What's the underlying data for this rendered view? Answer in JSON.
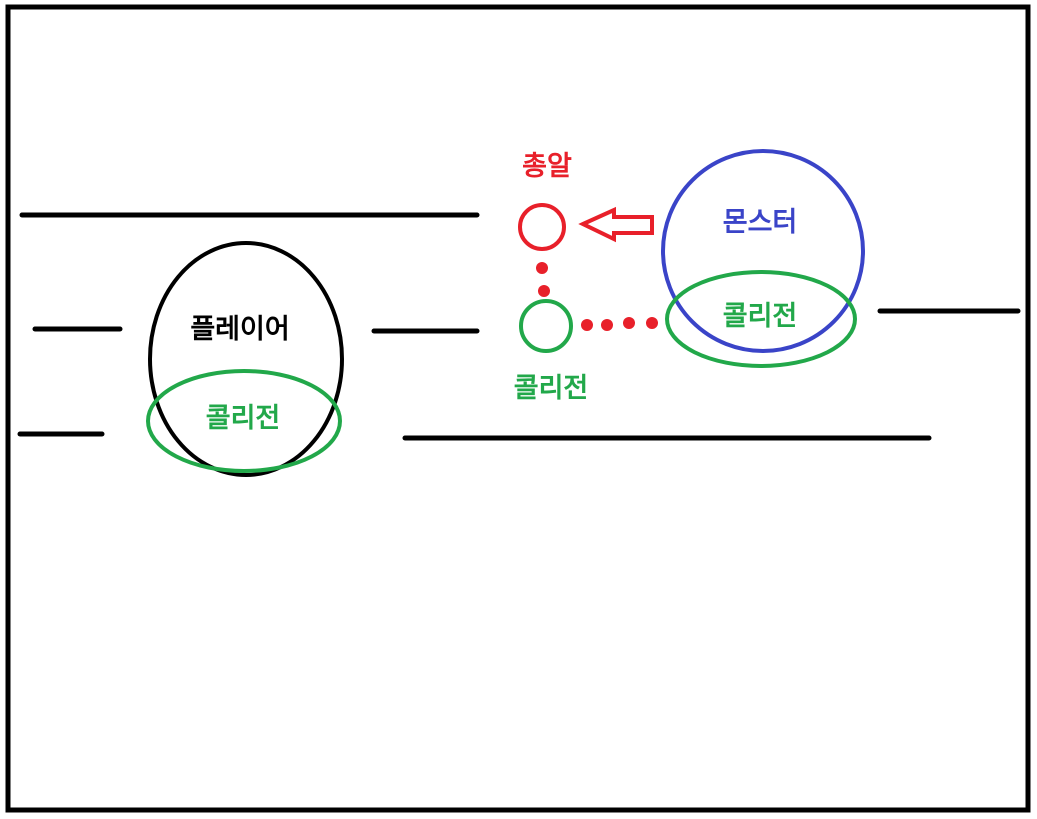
{
  "labels": {
    "player": "플레이어",
    "player_collider": "콜리전",
    "bullet": "총알",
    "bullet_collider": "콜리전",
    "monster": "몬스터",
    "monster_collider": "콜리전"
  },
  "colors": {
    "frame": "#000000",
    "player": "#000000",
    "collider": "#22a84a",
    "bullet": "#e8202a",
    "monster": "#3a44c8"
  }
}
